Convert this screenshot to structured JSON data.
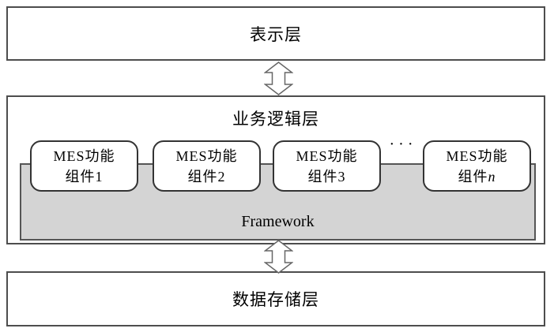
{
  "diagram": {
    "layers": {
      "presentation": {
        "label": "表示层"
      },
      "business": {
        "label": "业务逻辑层"
      },
      "data": {
        "label": "数据存储层"
      }
    },
    "framework_label": "Framework",
    "components": [
      {
        "line1": "MES功能",
        "line2": "组件1",
        "suffix": ""
      },
      {
        "line1": "MES功能",
        "line2": "组件2",
        "suffix": ""
      },
      {
        "line1": "MES功能",
        "line2": "组件3",
        "suffix": ""
      },
      {
        "line1": "MES功能",
        "line2": "组件",
        "suffix": "n"
      }
    ],
    "ellipsis": "···",
    "colors": {
      "framework_fill": "#d4d4d4",
      "box_border": "#4d4d4d",
      "arrow_stroke": "#666666"
    }
  }
}
